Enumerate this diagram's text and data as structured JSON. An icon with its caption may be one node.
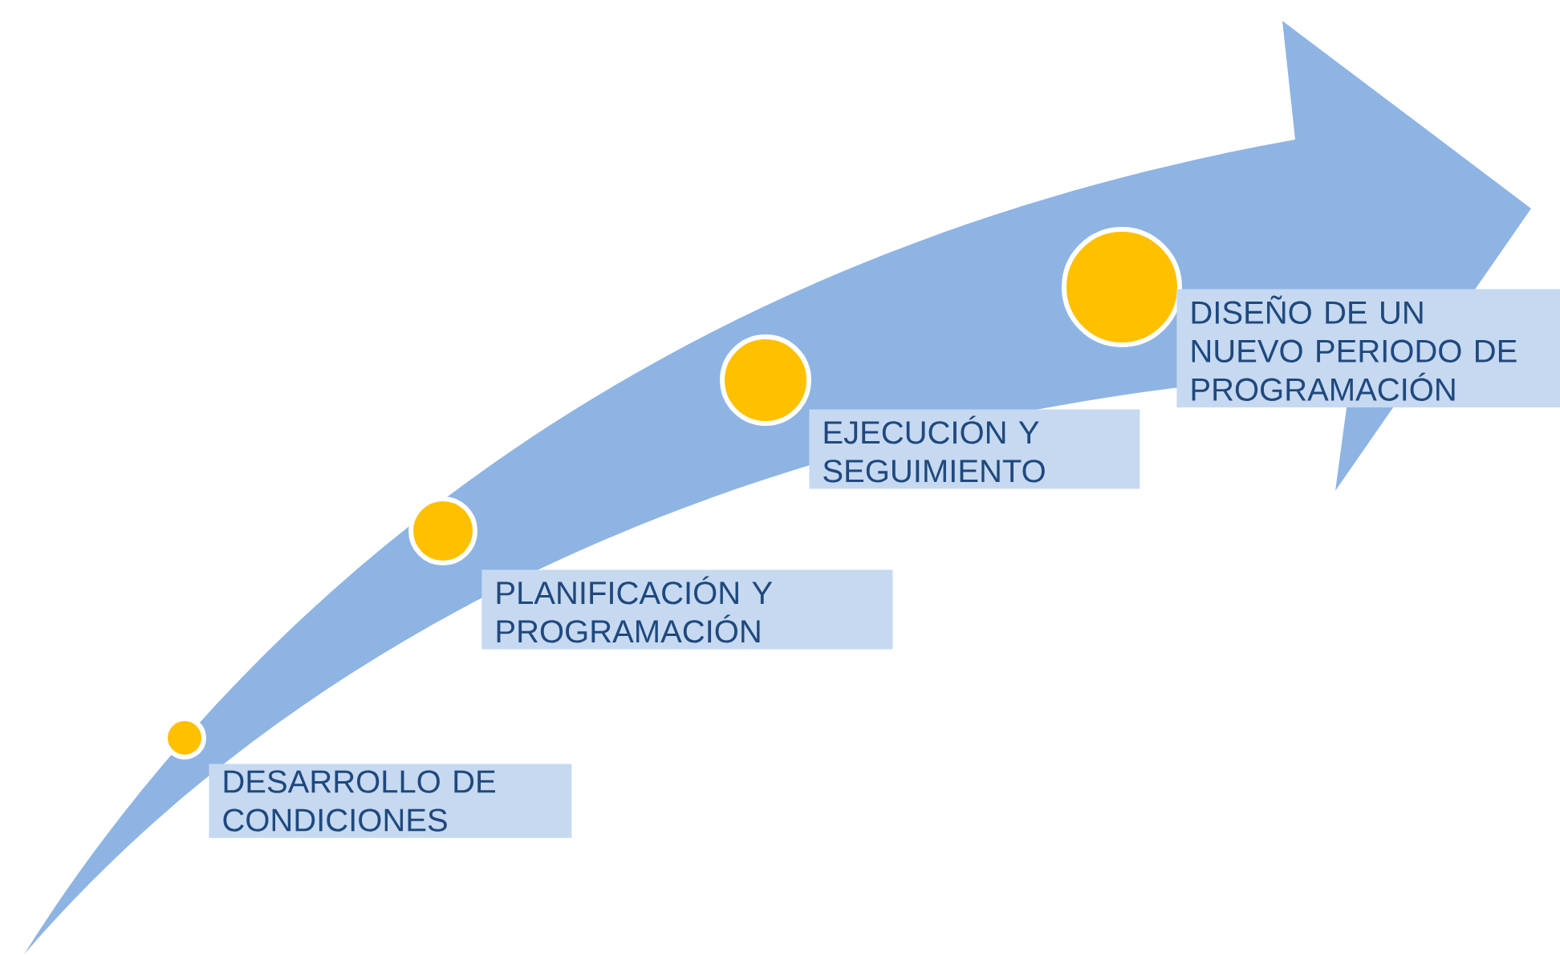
{
  "diagram": {
    "nodes": [
      {
        "text": [],
        "shape": "circle"
      },
      {
        "text": [
          "DESARROLLO DE CONDICIONES"
        ]
      },
      {
        "text": [],
        "shape": "circle"
      },
      {
        "text": [
          "PLANIFICACIÓN Y PROGRAMACIÓN"
        ]
      },
      {
        "text": [],
        "shape": "circle"
      },
      {
        "text": [
          "EJECUCIÓN Y SEGUIMIENTO"
        ]
      },
      {
        "text": [],
        "shape": "circle"
      },
      {
        "text": [
          "DISEÑO DE UN NUEVO PERIODO DE PROGRAMACIÓN"
        ]
      }
    ]
  }
}
